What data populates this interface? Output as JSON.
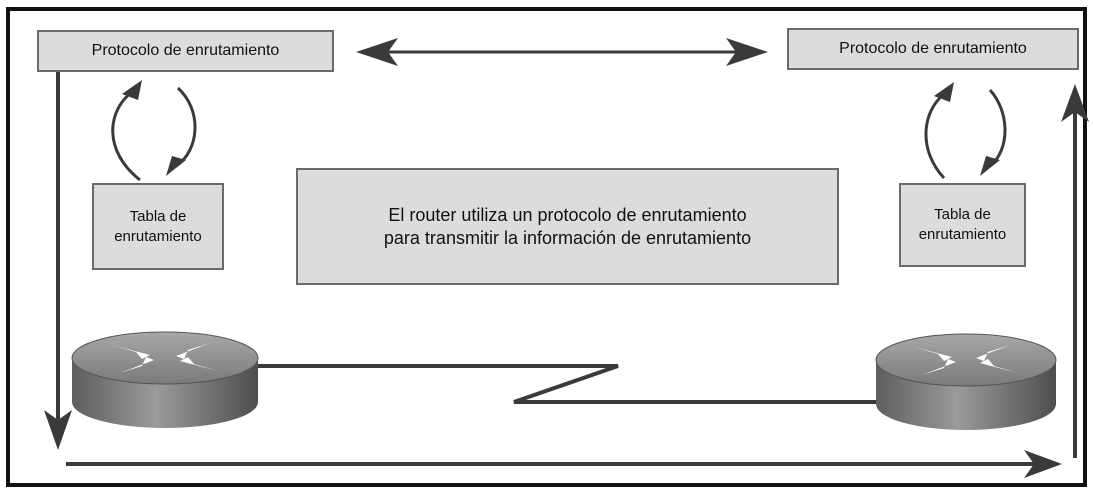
{
  "diagram": {
    "protocol_left": "Protocolo de enrutamiento",
    "protocol_right": "Protocolo de enrutamiento",
    "table_left": {
      "line1": "Tabla de",
      "line2": "enrutamiento"
    },
    "table_right": {
      "line1": "Tabla de",
      "line2": "enrutamiento"
    },
    "center_message": {
      "line1": "El router utiliza un protocolo de enrutamiento",
      "line2": "para transmitir la información de enrutamiento"
    }
  },
  "colors": {
    "box_fill": "#dcdcdc",
    "line": "#3a3a3a",
    "router_body": "#7d7d7d"
  }
}
